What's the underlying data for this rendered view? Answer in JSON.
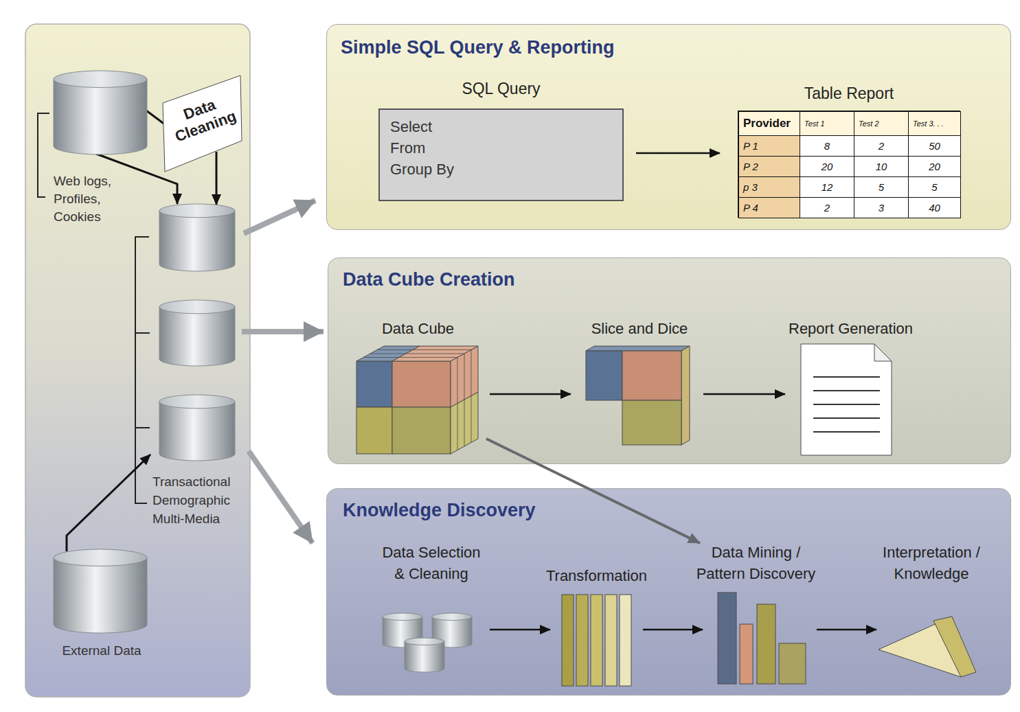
{
  "diagram": {
    "nodes": [
      {
        "text": [
          "Web logs, Profiles, Cookies"
        ]
      },
      {
        "text": [
          "Data Cleaning"
        ]
      },
      {
        "text": [
          "Transactional Demographic Multi-Media"
        ]
      },
      {
        "text": [
          "External Data"
        ]
      },
      {
        "text": [
          "Simple SQL Query & Reporting"
        ]
      },
      {
        "text": [
          "SQL Query",
          "Select From Group By"
        ],
        "in": 4
      },
      {
        "text": [
          "Table Report"
        ],
        "in": 4
      },
      {
        "text": [
          "Data Cube Creation"
        ]
      },
      {
        "text": [
          "Data Cube"
        ],
        "in": 7
      },
      {
        "text": [
          "Slice and Dice"
        ],
        "in": 7
      },
      {
        "text": [
          "Report Generation"
        ],
        "in": 7
      },
      {
        "text": [
          "Knowledge Discovery"
        ]
      },
      {
        "text": [
          "Data Selection & Cleaning"
        ],
        "in": 11
      },
      {
        "text": [
          "Transformation"
        ],
        "in": 11
      },
      {
        "text": [
          "Data Mining / Pattern Discovery"
        ],
        "in": 11
      },
      {
        "text": [
          "Interpretation / Knowledge"
        ],
        "in": 11
      }
    ],
    "edges": [
      {
        "from": 0,
        "to": 1,
        "arrow": "none"
      },
      {
        "from": 0,
        "to": 2,
        "arrow": "to"
      },
      {
        "from": 1,
        "to": 2,
        "arrow": "to"
      },
      {
        "from": 3,
        "to": 2,
        "arrow": "to"
      },
      {
        "from": 2,
        "to": 4,
        "arrow": "to"
      },
      {
        "from": 2,
        "to": 7,
        "arrow": "to"
      },
      {
        "from": 2,
        "to": 11,
        "arrow": "to"
      },
      {
        "from": 5,
        "to": 6,
        "arrow": "to"
      },
      {
        "from": 8,
        "to": 9,
        "arrow": "to"
      },
      {
        "from": 9,
        "to": 10,
        "arrow": "to"
      },
      {
        "from": 8,
        "to": 14,
        "arrow": "to"
      },
      {
        "from": 12,
        "to": 13,
        "arrow": "to"
      },
      {
        "from": 13,
        "to": 14,
        "arrow": "to"
      },
      {
        "from": 14,
        "to": 15,
        "arrow": "to"
      }
    ],
    "labels": [
      "Provider",
      "Test 1",
      "Test 2",
      "Test 3. . .",
      "P 1",
      "8",
      "2",
      "50",
      "P 2",
      "20",
      "10",
      "20",
      "p 3",
      "12",
      "5",
      "5",
      "P 4",
      "2",
      "3",
      "40"
    ]
  }
}
